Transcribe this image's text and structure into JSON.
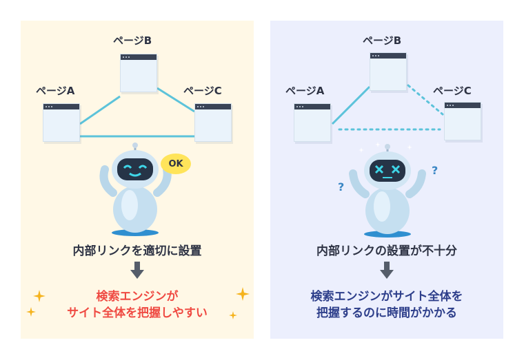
{
  "left_panel": {
    "page_a": "ページA",
    "page_b": "ページB",
    "page_c": "ページC",
    "bubble": "OK",
    "caption": "内部リンクを適切に設置",
    "result_line1": "検索エンジンが",
    "result_line2": "サイト全体を把握しやすい"
  },
  "right_panel": {
    "page_a": "ページA",
    "page_b": "ページB",
    "page_c": "ページC",
    "question_mark": "?",
    "caption": "内部リンクの設置が不十分",
    "result_line1": "検索エンジンがサイト全体を",
    "result_line2": "把握するのに時間がかかる"
  },
  "colors": {
    "left_bg": "#fff8e6",
    "right_bg": "#eceffd",
    "link_line": "#5cc3da",
    "good_text": "#ef4a42",
    "bad_text": "#2d3e8a",
    "sparkle": "#f5b31d"
  }
}
